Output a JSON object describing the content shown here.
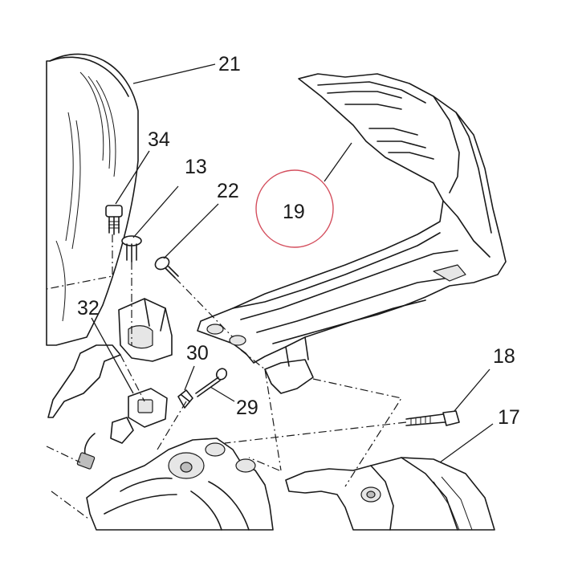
{
  "diagram": {
    "callouts": [
      {
        "id": "21",
        "label": "21"
      },
      {
        "id": "34",
        "label": "34"
      },
      {
        "id": "13",
        "label": "13"
      },
      {
        "id": "22",
        "label": "22"
      },
      {
        "id": "19",
        "label": "19"
      },
      {
        "id": "32",
        "label": "32"
      },
      {
        "id": "30",
        "label": "30"
      },
      {
        "id": "29",
        "label": "29"
      },
      {
        "id": "18",
        "label": "18"
      },
      {
        "id": "17",
        "label": "17"
      }
    ],
    "highlighted_callout": "19",
    "colors": {
      "line": "#1a1a1a",
      "highlight": "#d44f5e",
      "background": "#ffffff"
    }
  }
}
